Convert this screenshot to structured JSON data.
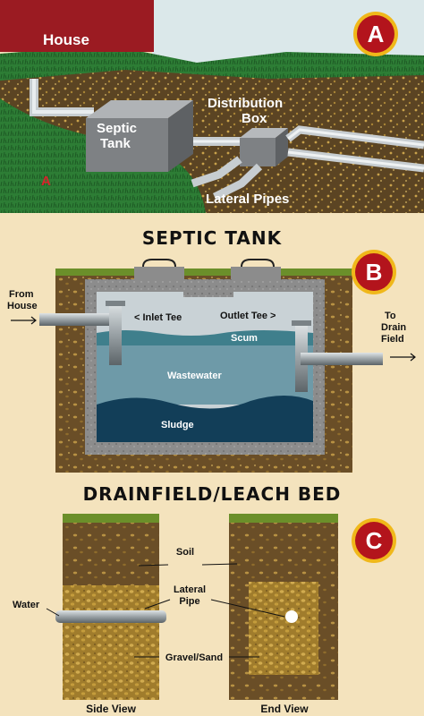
{
  "overview": {
    "badge": "A",
    "house_label": "House",
    "tank_label_line1": "Septic",
    "tank_label_line2": "Tank",
    "dbox_label_line1": "Distribution",
    "dbox_label_line2": "Box",
    "pipes_label": "Lateral Pipes",
    "corner_mark": "A"
  },
  "tank": {
    "heading": "SEPTIC TANK",
    "badge": "B",
    "from_line1": "From",
    "from_line2": "House",
    "to_line1": "To",
    "to_line2": "Drain",
    "to_line3": "Field",
    "inlet_label": "< Inlet Tee",
    "outlet_label": "Outlet Tee >",
    "scum_label": "Scum",
    "wastewater_label": "Wastewater",
    "sludge_label": "Sludge"
  },
  "drainfield": {
    "heading": "DRAINFIELD/LEACH BED",
    "badge": "C",
    "soil_label": "Soil",
    "lateral_line1": "Lateral",
    "lateral_line2": "Pipe",
    "water_label": "Water",
    "gravel_label": "Gravel/Sand",
    "side_view_label": "Side View",
    "end_view_label": "End View"
  },
  "colors": {
    "badge_fill": "#b3141c",
    "badge_ring": "#f0b81a",
    "house": "#9b1b22",
    "grass": "#2f8a3a",
    "soil": "#5a4222",
    "gravel": "#b8902f",
    "tank_shell": "#8f8f8f",
    "wastewater": "#6e9aa8",
    "sludge": "#123e58"
  }
}
